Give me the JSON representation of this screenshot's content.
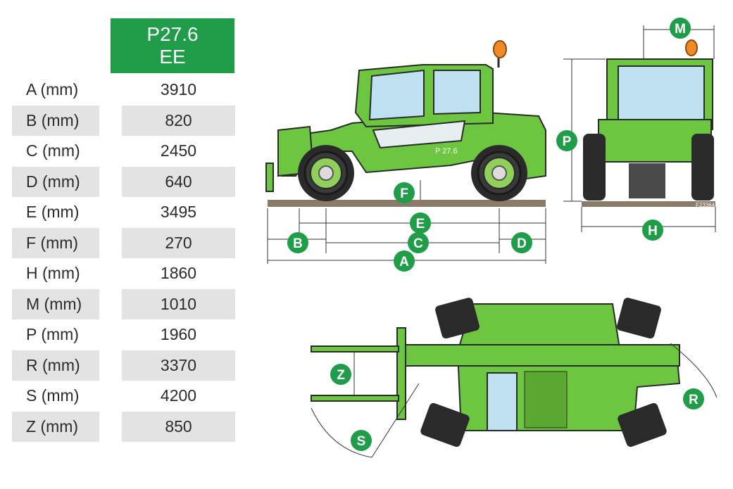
{
  "model": {
    "line1": "P27.6",
    "line2": "EE"
  },
  "rows": [
    {
      "label": "A (mm)",
      "value": "3910"
    },
    {
      "label": "B (mm)",
      "value": "820"
    },
    {
      "label": "C (mm)",
      "value": "2450"
    },
    {
      "label": "D (mm)",
      "value": "640"
    },
    {
      "label": "E (mm)",
      "value": "3495"
    },
    {
      "label": "F (mm)",
      "value": "270"
    },
    {
      "label": "H (mm)",
      "value": "1860"
    },
    {
      "label": "M (mm)",
      "value": "1010"
    },
    {
      "label": "P (mm)",
      "value": "1960"
    },
    {
      "label": "R (mm)",
      "value": "3370"
    },
    {
      "label": "S (mm)",
      "value": "4200"
    },
    {
      "label": "Z (mm)",
      "value": "850"
    }
  ],
  "diagram": {
    "badges": {
      "A": "A",
      "B": "B",
      "C": "C",
      "D": "D",
      "E": "E",
      "F": "F",
      "H": "H",
      "M": "M",
      "P": "P",
      "R": "R",
      "S": "S",
      "Z": "Z"
    },
    "decal": "P 27.6",
    "figure_code": "F23364"
  },
  "colors": {
    "brand_green": "#1f9d48",
    "machine_green": "#6cc63f",
    "dark": "#222222",
    "row_shade": "#e3e3e3"
  }
}
